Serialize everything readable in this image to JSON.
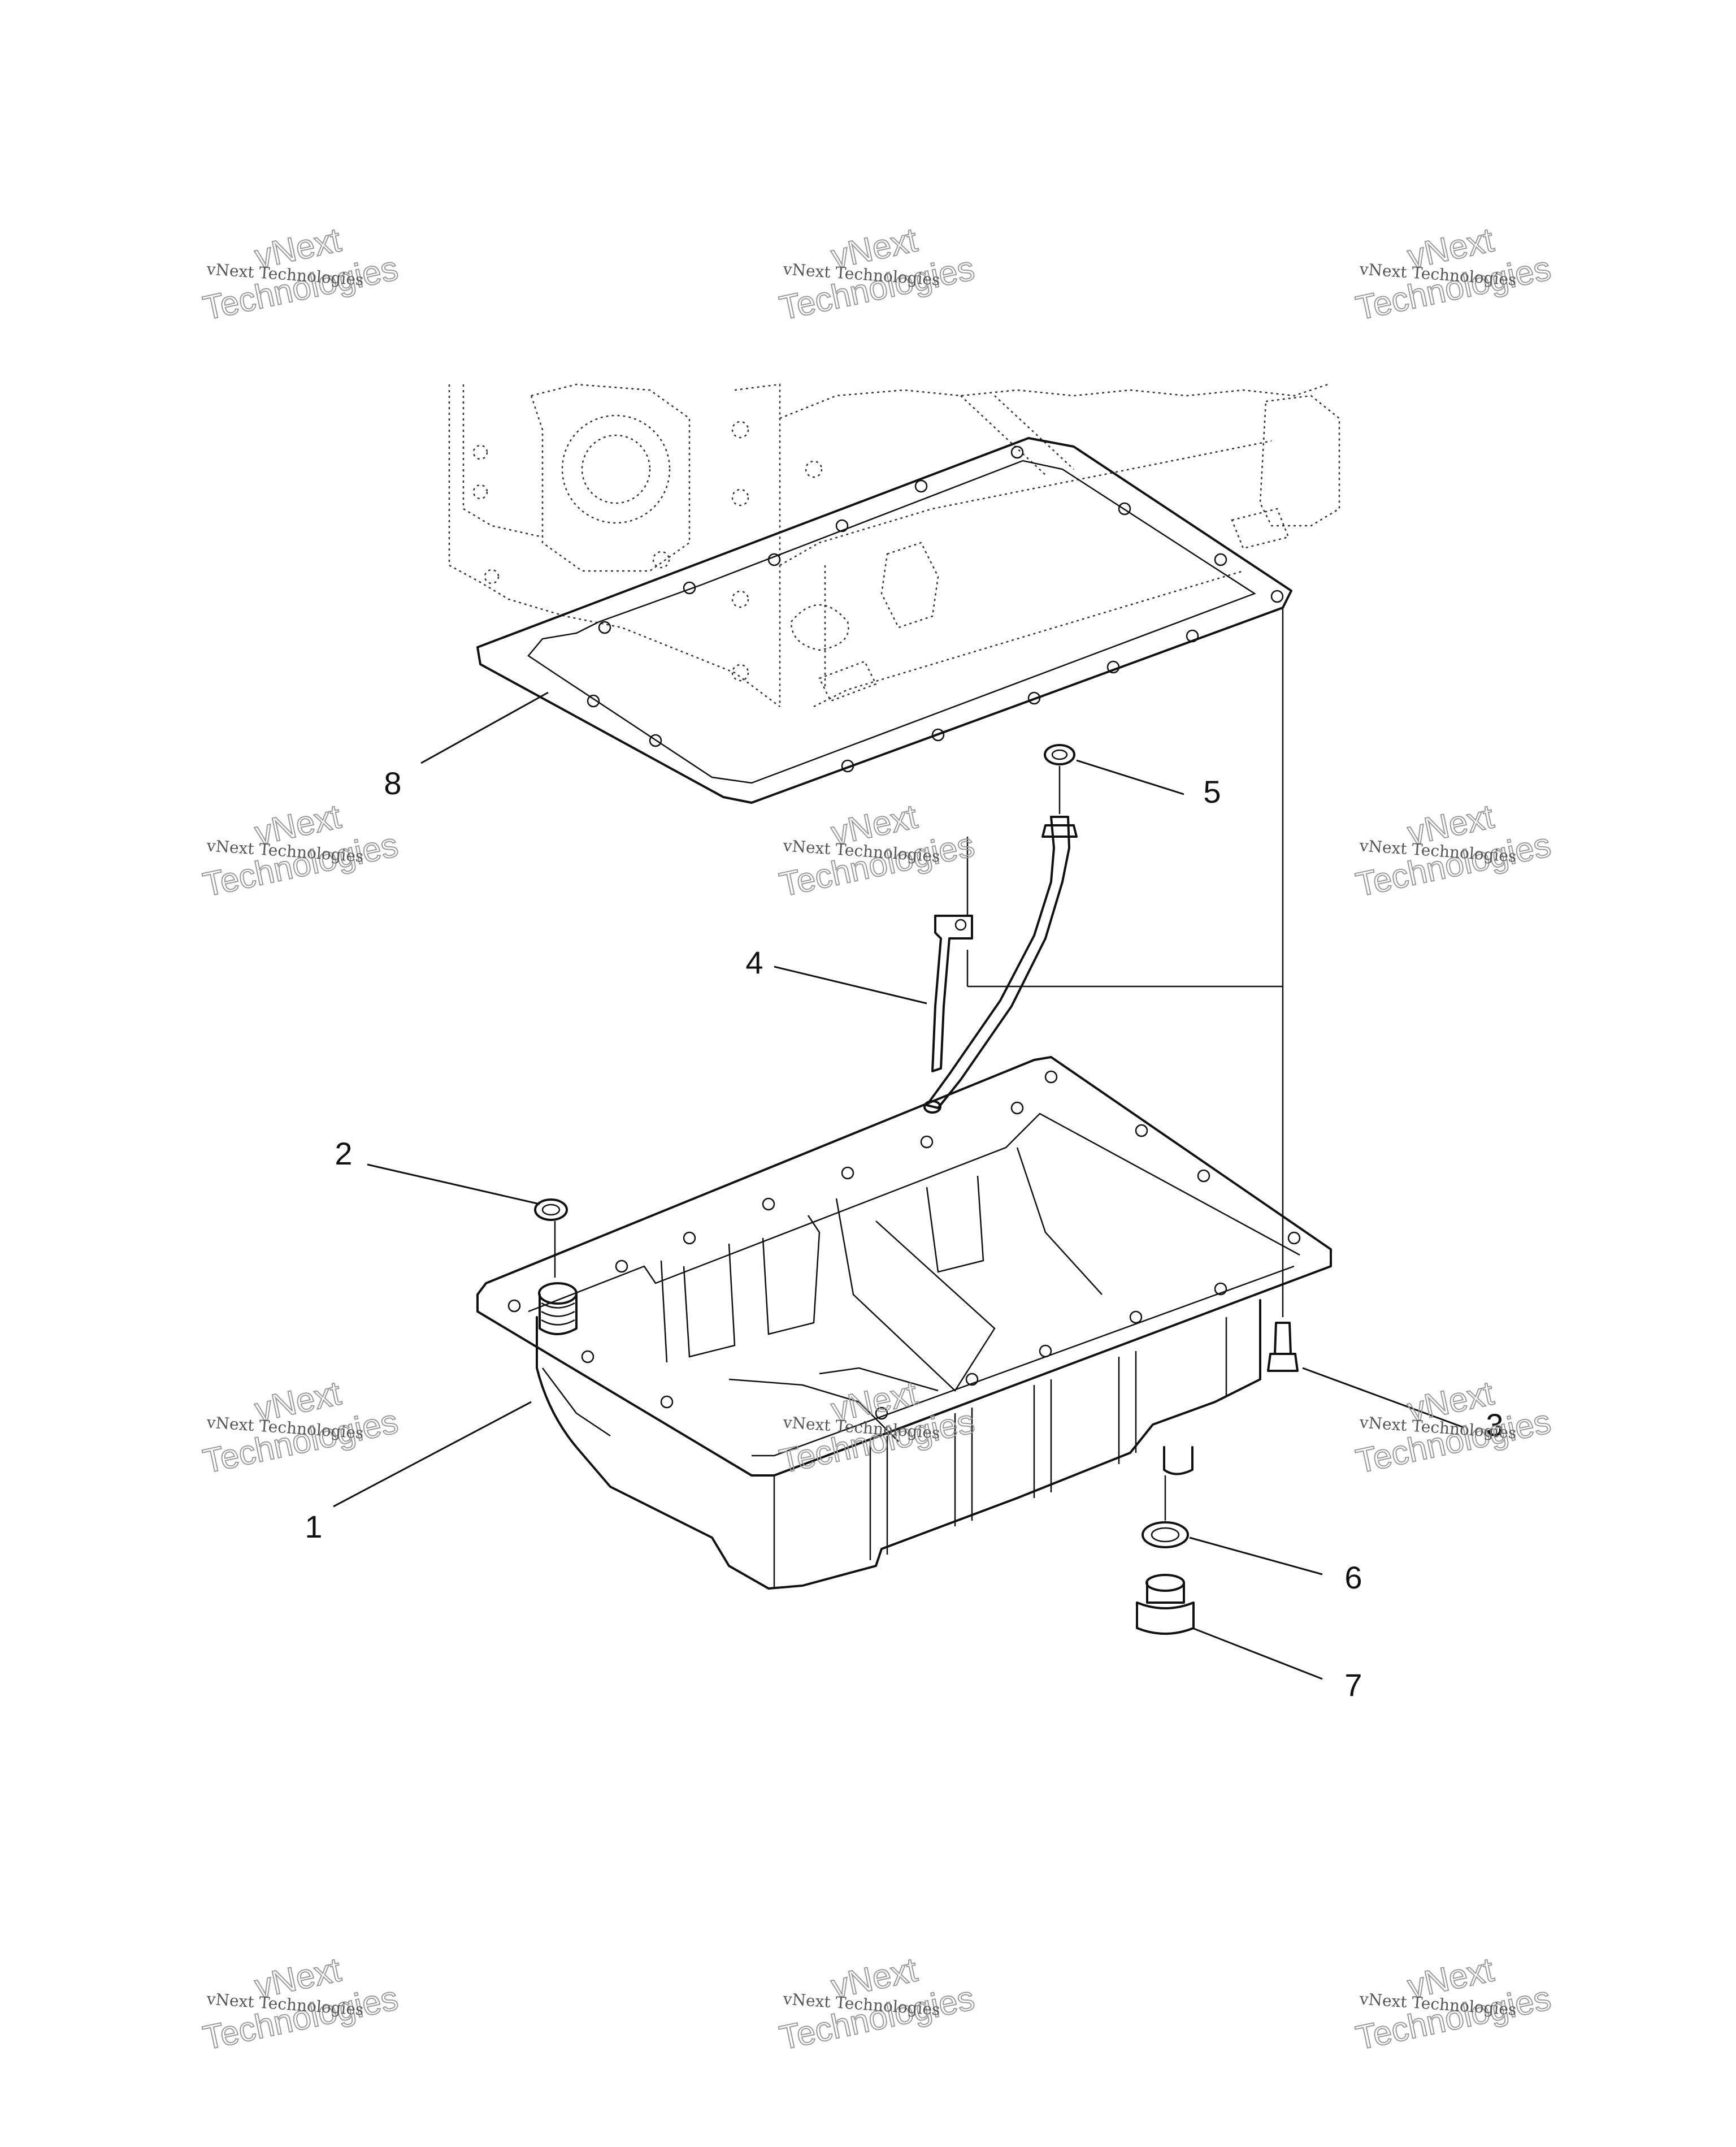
{
  "callouts": [
    "1",
    "2",
    "3",
    "4",
    "5",
    "6",
    "7",
    "8"
  ],
  "watermark": {
    "line1": "vNext Technologies",
    "line2": "vNext",
    "line3": "Technologies"
  }
}
